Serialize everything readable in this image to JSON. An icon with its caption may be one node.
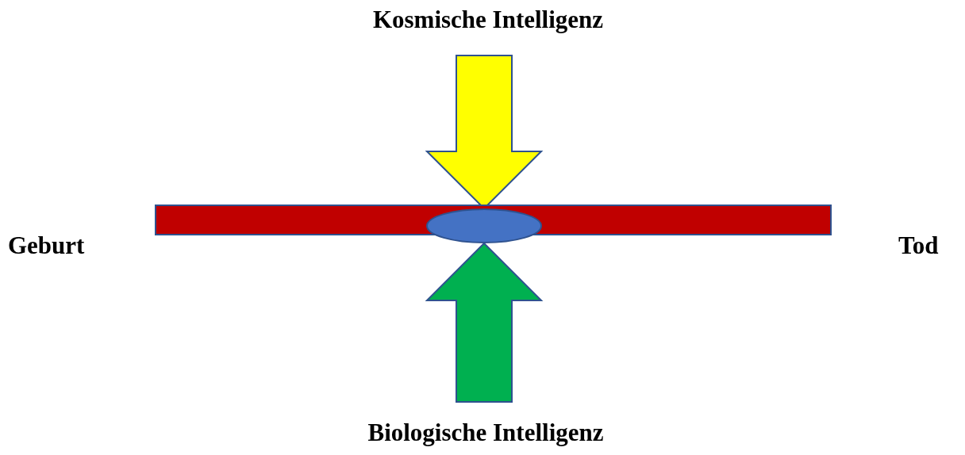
{
  "diagram": {
    "nodes": [
      {
        "text": [
          "Kosmische Intelligenz"
        ]
      },
      {
        "text": [
          "Biologische Intelligenz"
        ]
      },
      {
        "text": [],
        "shape": "bar"
      },
      {
        "text": [],
        "shape": "circle"
      }
    ],
    "edges": [
      {
        "from": 0,
        "to": 3,
        "arrow": "to",
        "style": "thick",
        "color": "#ffff00"
      },
      {
        "from": 1,
        "to": 3,
        "arrow": "to",
        "style": "thick",
        "color": "#00b050"
      }
    ],
    "labels": [
      "Geburt",
      "Tod"
    ]
  }
}
